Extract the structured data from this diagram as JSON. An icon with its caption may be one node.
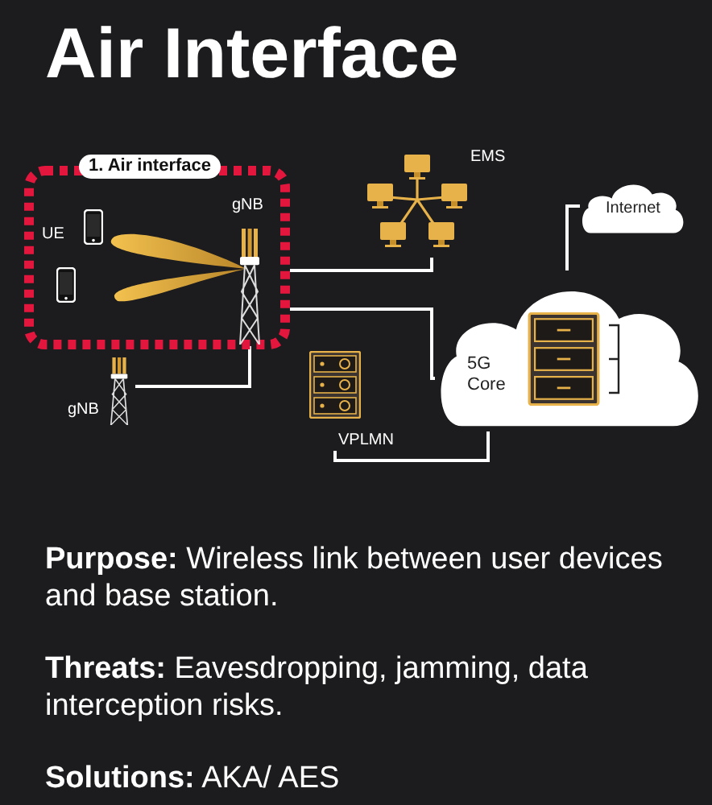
{
  "diagram": {
    "title": "Air Interface",
    "nodes": [
      {
        "text": [
          "1. Air interface"
        ]
      },
      {
        "text": [
          "UE"
        ],
        "in": 0
      },
      {
        "text": [
          "gNB"
        ],
        "in": 0
      },
      {
        "text": [
          "gNB"
        ]
      },
      {
        "text": [
          "EMS"
        ]
      },
      {
        "text": [
          "Internet"
        ]
      },
      {
        "text": [
          "5G Core"
        ]
      },
      {
        "text": [
          "VPLMN"
        ]
      }
    ],
    "edges": [
      {
        "from": 0,
        "to": 4,
        "arrow": "none"
      },
      {
        "from": 0,
        "to": 6,
        "arrow": "none"
      },
      {
        "from": 3,
        "to": 2,
        "arrow": "none"
      },
      {
        "from": 7,
        "to": 6,
        "arrow": "none"
      },
      {
        "from": 6,
        "to": 5,
        "arrow": "none"
      }
    ],
    "labels": [
      "**Purpose:** Wireless link between user devices and base station.",
      "**Threats:** Eavesdropping, jamming, data interception risks.",
      "**Solutions:** AKA/ AES"
    ]
  }
}
